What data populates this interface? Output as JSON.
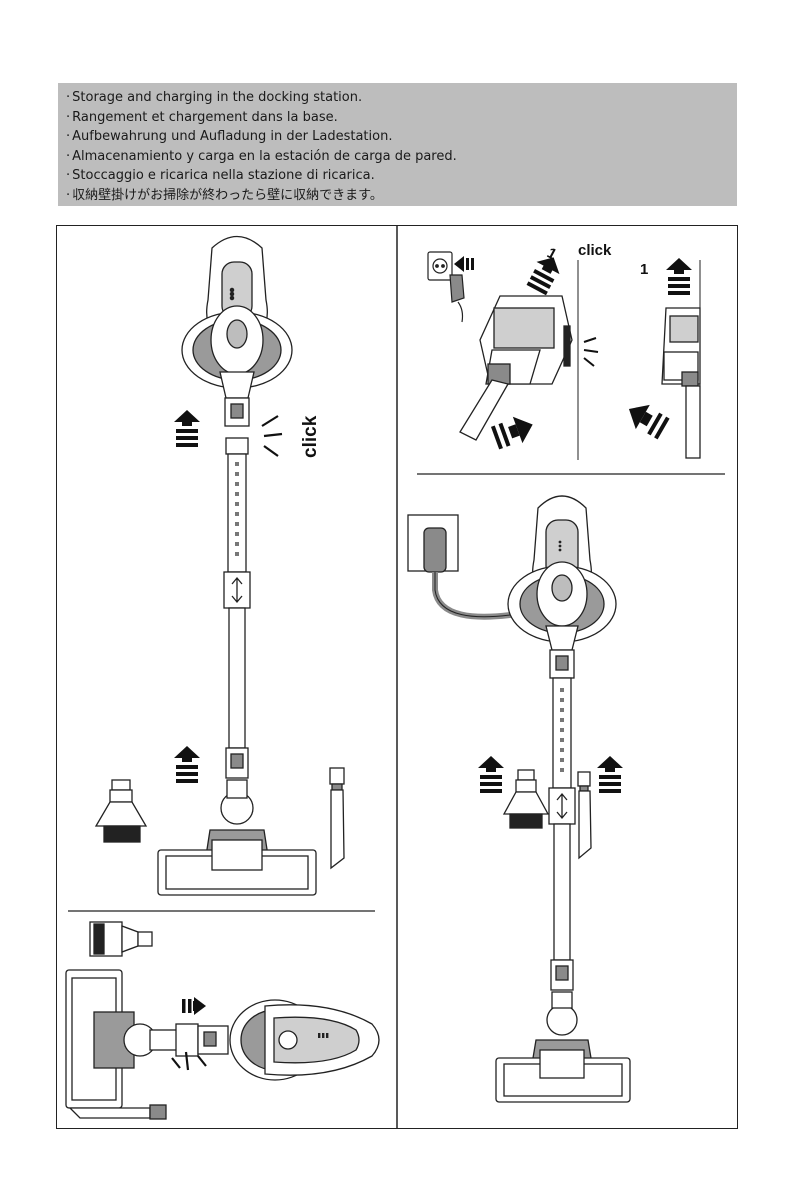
{
  "instructions": {
    "lines": [
      "Storage and charging in the docking station.",
      "Rangement et chargement dans la base.",
      "Aufbewahrung und Aufladung in der Ladestation.",
      "Almacenamiento y carga en la estación de carga de pared.",
      "Stoccaggio e ricarica nella stazione di ricarica.",
      "収納壁掛けがお掃除が終わったら壁に収納できます。"
    ]
  },
  "figures": {
    "assembly": {
      "click_label": "click"
    },
    "wall_mount": {
      "click_label": "click",
      "step_number_left": "1",
      "step_number_right": "1"
    }
  },
  "colors": {
    "banner_bg": "#bdbdbd",
    "line": "#222222",
    "part_gray": "#8a8a8a"
  }
}
